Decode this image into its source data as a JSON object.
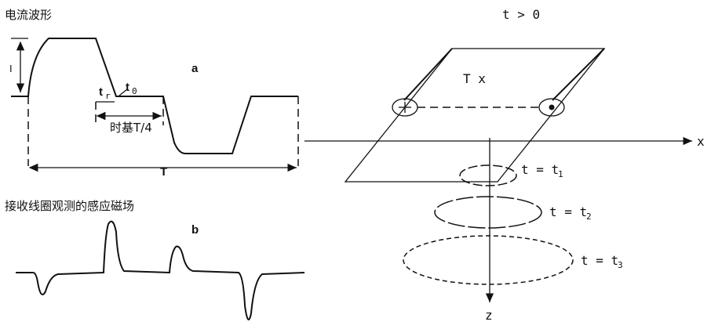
{
  "left": {
    "current_title": "电流波形",
    "label_a": "a",
    "label_I": "I",
    "label_tr": "t",
    "label_tr_sub": "r",
    "label_t0": "t",
    "label_t0_sub": "0",
    "label_timebase": "时基T/4",
    "label_T": "T",
    "field_title": "接收线圈观测的感应磁场",
    "label_b": "b"
  },
  "right": {
    "t_condition": "t > 0",
    "tx": "T x",
    "axis_x": "x",
    "axis_z": "z",
    "rings": [
      {
        "label": "t = t",
        "sub": "1"
      },
      {
        "label": "t = t",
        "sub": "2"
      },
      {
        "label": "t = t",
        "sub": "3"
      }
    ]
  }
}
